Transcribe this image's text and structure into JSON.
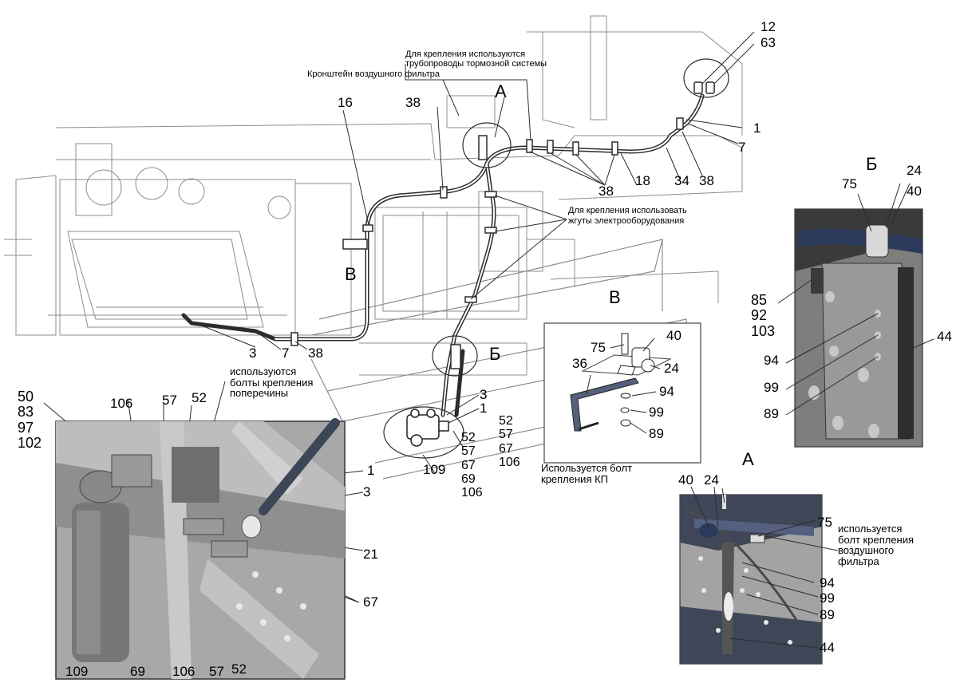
{
  "colors": {
    "frame": "#8d8d8d",
    "pipe": "#2c2c2c",
    "line": "#4a4a4a",
    "bg": "#ffffff",
    "hose_blue": "#2b3a5a"
  },
  "annotations": {
    "note_brake": "Для крепления используются\nтрубопроводы тормозной системы",
    "note_bracket": "Кронштейн воздушного фильтра",
    "note_harness": "Для крепления использовать\nжгуты электрооборудования",
    "note_crossbar": "используются\nболты крепления\nпоперечины",
    "note_kp": "Используется болт\nкрепления КП",
    "note_airfilter": "используется\nболт крепления\nвоздушного\nфильтра"
  },
  "views": {
    "a_top": "А",
    "b_main": "Б",
    "v_main": "В",
    "v_title": "В",
    "b_title": "Б",
    "a_title": "А"
  },
  "labels": {
    "n12": "12",
    "n63": "63",
    "n1a": "1",
    "n7a": "7",
    "n38a": "38",
    "n34": "34",
    "n18": "18",
    "n38b": "38",
    "n16": "16",
    "n38c": "38",
    "n3a": "3",
    "n7b": "7",
    "n38d": "38",
    "n3b": "3",
    "n1b": "1",
    "n109a": "109",
    "n1c": "1",
    "n3c": "3",
    "n21": "21",
    "n67a": "67",
    "n106a": "106",
    "n57a": "57",
    "n52a": "52",
    "n109b": "109",
    "n69b": "69",
    "n106b": "106",
    "n57b": "57",
    "n52b": "52",
    "n75v": "75",
    "n40v": "40",
    "n36": "36",
    "n24v": "24",
    "n94v": "94",
    "n99v": "99",
    "n89v": "89",
    "n75b": "75",
    "n24b": "24",
    "n40b": "40",
    "n94b": "94",
    "n44b": "44",
    "n99b": "99",
    "n89b": "89",
    "n40a": "40",
    "n24a": "24",
    "n75a": "75",
    "n94a": "94",
    "n99a": "99",
    "n89a": "89",
    "n44a": "44"
  },
  "stacks": {
    "left": [
      "50",
      "83",
      "97",
      "102"
    ],
    "b_side": [
      "85",
      "92",
      "103"
    ],
    "mid": [
      "52",
      "57",
      "67",
      "69",
      "106"
    ],
    "mid2": [
      "52",
      "57",
      "67",
      "106"
    ]
  }
}
